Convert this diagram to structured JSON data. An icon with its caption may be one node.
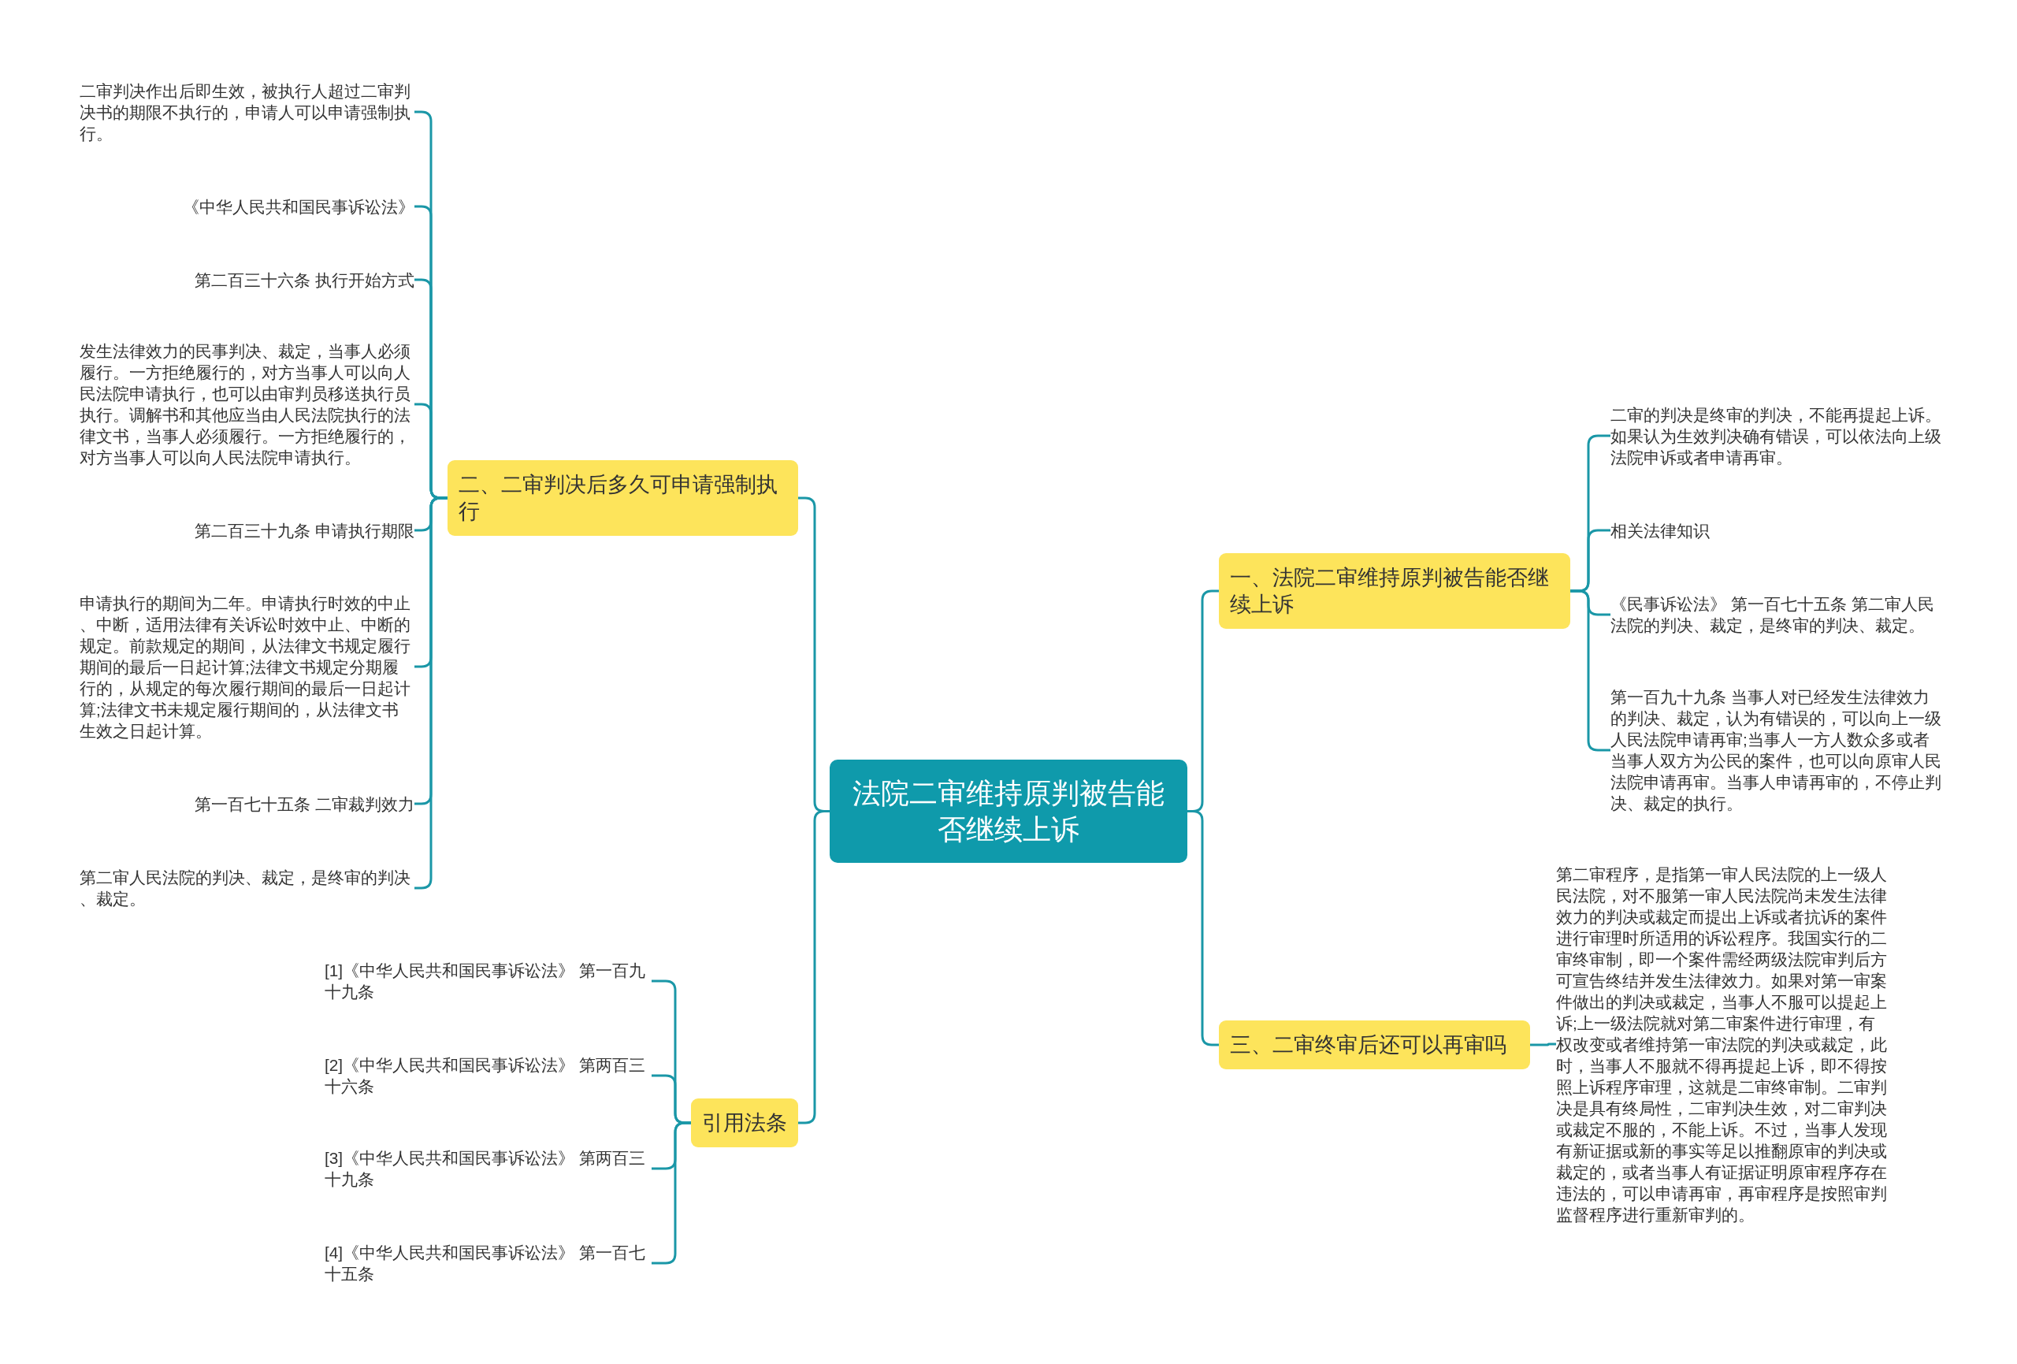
{
  "diagram": {
    "nodes": [
      {
        "text": [
          "法院二审维持原判被告能否继续上诉"
        ]
      },
      {
        "text": [
          "一、法院二审维持原判被告能否继续上诉"
        ]
      },
      {
        "text": [
          "二审的判决是终审的判决，不能再提起上诉。如果认为生效判决确有错误，可以依法向上级法院申诉或者申请再审。"
        ]
      },
      {
        "text": [
          "相关法律知识"
        ]
      },
      {
        "text": [
          "《民事诉讼法》 第一百七十五条 第二审人民法院的判决、裁定，是终审的判决、裁定。"
        ]
      },
      {
        "text": [
          "第一百九十九条 当事人对已经发生法律效力的判决、裁定，认为有错误的，可以向上一级人民法院申请再审;当事人一方人数众多或者当事人双方为公民的案件，也可以向原审人民法院申请再审。当事人申请再审的，不停止判决、裁定的执行。"
        ]
      },
      {
        "text": [
          "二、二审判决后多久可申请强制执行"
        ]
      },
      {
        "text": [
          "二审判决作出后即生效，被执行人超过二审判决书的期限不执行的，申请人可以申请强制执行。"
        ]
      },
      {
        "text": [
          "《中华人民共和国民事诉讼法》"
        ]
      },
      {
        "text": [
          "第二百三十六条 执行开始方式"
        ]
      },
      {
        "text": [
          "发生法律效力的民事判决、裁定，当事人必须履行。一方拒绝履行的，对方当事人可以向人民法院申请执行，也可以由审判员移送执行员执行。调解书和其他应当由人民法院执行的法律文书，当事人必须履行。一方拒绝履行的，对方当事人可以向人民法院申请执行。"
        ]
      },
      {
        "text": [
          "第二百三十九条 申请执行期限"
        ]
      },
      {
        "text": [
          "申请执行的期间为二年。申请执行时效的中止、中断，适用法律有关诉讼时效中止、中断的规定。前款规定的期间，从法律文书规定履行期间的最后一日起计算;法律文书规定分期履行的，从规定的每次履行期间的最后一日起计算;法律文书未规定履行期间的，从法律文书生效之日起计算。"
        ]
      },
      {
        "text": [
          "第一百七十五条 二审裁判效力"
        ]
      },
      {
        "text": [
          "第二审人民法院的判决、裁定，是终审的判决、裁定。"
        ]
      },
      {
        "text": [
          "三、二审终审后还可以再审吗"
        ]
      },
      {
        "text": [
          "第二审程序，是指第一审人民法院的上一级人民法院，对不服第一审人民法院尚未发生法律效力的判决或裁定而提出上诉或者抗诉的案件进行审理时所适用的诉讼程序。我国实行的二审终审制，即一个案件需经两级法院审判后方可宣告终结并发生法律效力。如果对第一审案件做出的判决或裁定，当事人不服可以提起上诉;上一级法院就对第二审案件进行审理，有权改变或者维持第一审法院的判决或裁定，此时，当事人不服就不得再提起上诉，即不得按照上诉程序审理，这就是二审终审制。二审判决是具有终局性，二审判决生效，对二审判决或裁定不服的，不能上诉。不过，当事人发现有新证据或新的事实等足以推翻原审的判决或裁定的，或者当事人有证据证明原审程序存在违法的，可以申请再审，再审程序是按照审判监督程序进行重新审判的。"
        ]
      },
      {
        "text": [
          "引用法条"
        ]
      },
      {
        "text": [
          "[1]《中华人民共和国民事诉讼法》 第一百九十九条"
        ]
      },
      {
        "text": [
          "[2]《中华人民共和国民事诉讼法》 第两百三十六条"
        ]
      },
      {
        "text": [
          "[3]《中华人民共和国民事诉讼法》 第两百三十九条"
        ]
      },
      {
        "text": [
          "[4]《中华人民共和国民事诉讼法》 第一百七十五条"
        ]
      }
    ],
    "edges": [
      {
        "from": 0,
        "to": 1,
        "arrow": "none"
      },
      {
        "from": 1,
        "to": 2,
        "arrow": "none"
      },
      {
        "from": 1,
        "to": 3,
        "arrow": "none"
      },
      {
        "from": 1,
        "to": 4,
        "arrow": "none"
      },
      {
        "from": 1,
        "to": 5,
        "arrow": "none"
      },
      {
        "from": 0,
        "to": 6,
        "arrow": "none"
      },
      {
        "from": 6,
        "to": 7,
        "arrow": "none"
      },
      {
        "from": 6,
        "to": 8,
        "arrow": "none"
      },
      {
        "from": 6,
        "to": 9,
        "arrow": "none"
      },
      {
        "from": 6,
        "to": 10,
        "arrow": "none"
      },
      {
        "from": 6,
        "to": 11,
        "arrow": "none"
      },
      {
        "from": 6,
        "to": 12,
        "arrow": "none"
      },
      {
        "from": 6,
        "to": 13,
        "arrow": "none"
      },
      {
        "from": 6,
        "to": 14,
        "arrow": "none"
      },
      {
        "from": 0,
        "to": 15,
        "arrow": "none"
      },
      {
        "from": 15,
        "to": 16,
        "arrow": "none"
      },
      {
        "from": 0,
        "to": 17,
        "arrow": "none"
      },
      {
        "from": 17,
        "to": 18,
        "arrow": "none"
      },
      {
        "from": 17,
        "to": 19,
        "arrow": "none"
      },
      {
        "from": 17,
        "to": 20,
        "arrow": "none"
      },
      {
        "from": 17,
        "to": 21,
        "arrow": "none"
      }
    ]
  }
}
